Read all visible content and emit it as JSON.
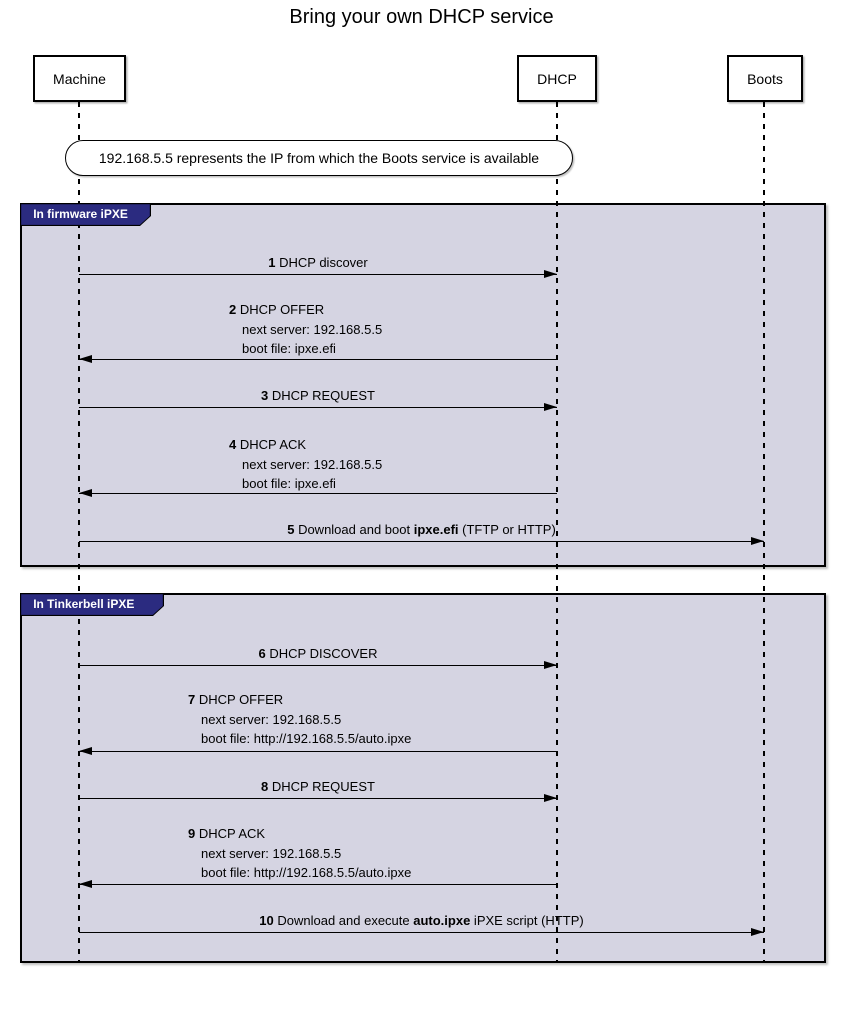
{
  "title": "Bring your own DHCP service",
  "participants": [
    {
      "label": "Machine"
    },
    {
      "label": "DHCP"
    },
    {
      "label": "Boots"
    }
  ],
  "note": {
    "text": "192.168.5.5 represents the IP from which the Boots service is available"
  },
  "colors": {
    "frame_bg": "#d5d4e2",
    "tab_bg": "#2b2b80",
    "tab_text": "#ffffff",
    "line_color": "#000000",
    "box_bg": "#ffffff"
  },
  "frames": [
    {
      "label": "In firmware iPXE",
      "messages": [
        {
          "num": "1",
          "title": "DHCP discover",
          "from": "Machine",
          "to": "DHCP"
        },
        {
          "num": "2",
          "title": "DHCP OFFER",
          "from": "DHCP",
          "to": "Machine",
          "details": [
            "next server: 192.168.5.5",
            "boot file: ipxe.efi"
          ]
        },
        {
          "num": "3",
          "title": "DHCP REQUEST",
          "from": "Machine",
          "to": "DHCP"
        },
        {
          "num": "4",
          "title": "DHCP ACK",
          "from": "DHCP",
          "to": "Machine",
          "details": [
            "next server: 192.168.5.5",
            "boot file: ipxe.efi"
          ]
        },
        {
          "num": "5",
          "pre": "Download and boot ",
          "bold": "ipxe.efi",
          "post": " (TFTP or HTTP)",
          "from": "Machine",
          "to": "Boots"
        }
      ]
    },
    {
      "label": "In Tinkerbell iPXE",
      "messages": [
        {
          "num": "6",
          "title": "DHCP DISCOVER",
          "from": "Machine",
          "to": "DHCP"
        },
        {
          "num": "7",
          "title": "DHCP OFFER",
          "from": "DHCP",
          "to": "Machine",
          "details": [
            "next server: 192.168.5.5",
            "boot file: http://192.168.5.5/auto.ipxe"
          ]
        },
        {
          "num": "8",
          "title": "DHCP REQUEST",
          "from": "Machine",
          "to": "DHCP"
        },
        {
          "num": "9",
          "title": "DHCP ACK",
          "from": "DHCP",
          "to": "Machine",
          "details": [
            "next server: 192.168.5.5",
            "boot file: http://192.168.5.5/auto.ipxe"
          ]
        },
        {
          "num": "10",
          "pre": "Download and execute ",
          "bold": "auto.ipxe",
          "post": " iPXE script (HTTP)",
          "from": "Machine",
          "to": "Boots"
        }
      ]
    }
  ]
}
